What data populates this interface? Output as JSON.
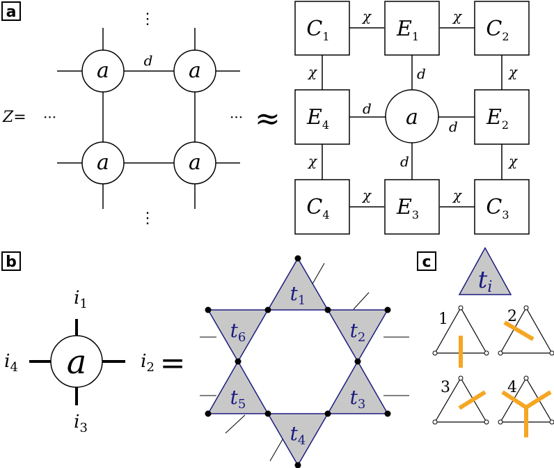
{
  "panels": {
    "a": {
      "label": "a",
      "z_label": "Z=",
      "dots": "···",
      "vdots": "⋮",
      "approx": "≈",
      "node": "a",
      "bond_d": "d",
      "bond_chi": "χ",
      "env": [
        {
          "letter": "C",
          "sub": "1"
        },
        {
          "letter": "E",
          "sub": "1"
        },
        {
          "letter": "C",
          "sub": "2"
        },
        {
          "letter": "E",
          "sub": "4"
        },
        {
          "letter": "E",
          "sub": "2"
        },
        {
          "letter": "C",
          "sub": "4"
        },
        {
          "letter": "E",
          "sub": "3"
        },
        {
          "letter": "C",
          "sub": "3"
        }
      ]
    },
    "b": {
      "label": "b",
      "node": "a",
      "equals": "=",
      "indices": [
        {
          "letter": "i",
          "sub": "1"
        },
        {
          "letter": "i",
          "sub": "2"
        },
        {
          "letter": "i",
          "sub": "3"
        },
        {
          "letter": "i",
          "sub": "4"
        }
      ],
      "triangles": [
        {
          "letter": "t",
          "sub": "1"
        },
        {
          "letter": "t",
          "sub": "2"
        },
        {
          "letter": "t",
          "sub": "3"
        },
        {
          "letter": "t",
          "sub": "4"
        },
        {
          "letter": "t",
          "sub": "5"
        },
        {
          "letter": "t",
          "sub": "6"
        }
      ]
    },
    "c": {
      "label": "c",
      "tile": {
        "letter": "t",
        "sub": "i"
      },
      "configs": [
        "1",
        "2",
        "3",
        "4"
      ]
    }
  },
  "colors": {
    "stroke": "#000000",
    "triangle_fill": "#c8c8c8",
    "triangle_stroke": "#1a1a80",
    "triangle_text": "#1a1a80",
    "orange": "#f5a623"
  }
}
